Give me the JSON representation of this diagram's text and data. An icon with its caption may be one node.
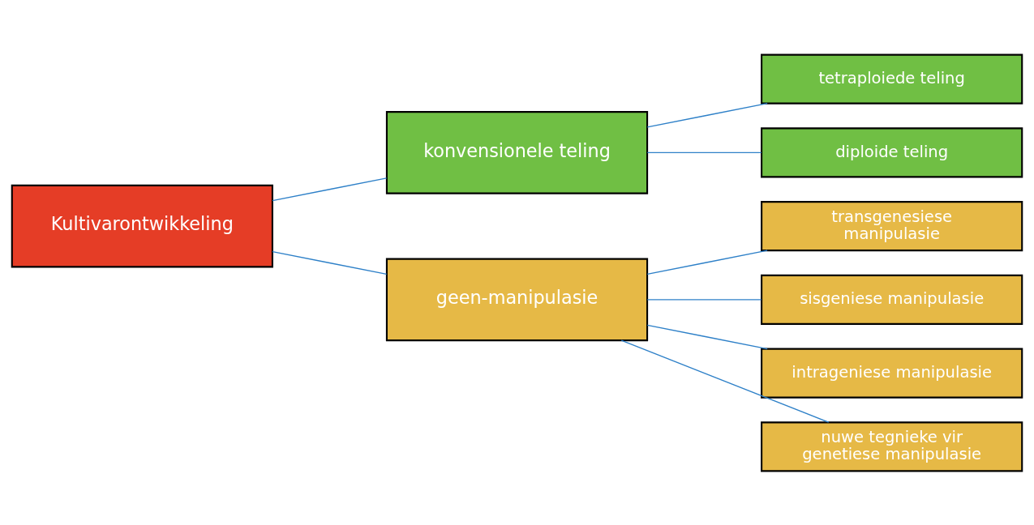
{
  "diagram": {
    "nodes": [
      {
        "text": [
          "Kultivarontwikkeling"
        ]
      },
      {
        "text": [
          "konvensionele teling"
        ]
      },
      {
        "text": [
          "geen-manipulasie"
        ]
      },
      {
        "text": [
          "tetraploiede teling"
        ]
      },
      {
        "text": [
          "diploide teling"
        ]
      },
      {
        "text": [
          "transgenesiese manipulasie"
        ]
      },
      {
        "text": [
          "sisgeniese manipulasie"
        ]
      },
      {
        "text": [
          "intrageniese manipulasie"
        ]
      },
      {
        "text": [
          "nuwe tegnieke vir genetiese manipulasie"
        ]
      }
    ],
    "edges": [
      {
        "from": 0,
        "to": 1,
        "arrow": "none"
      },
      {
        "from": 0,
        "to": 2,
        "arrow": "none"
      },
      {
        "from": 1,
        "to": 3,
        "arrow": "none"
      },
      {
        "from": 1,
        "to": 4,
        "arrow": "none"
      },
      {
        "from": 2,
        "to": 5,
        "arrow": "none"
      },
      {
        "from": 2,
        "to": 6,
        "arrow": "none"
      },
      {
        "from": 2,
        "to": 7,
        "arrow": "none"
      },
      {
        "from": 2,
        "to": 8,
        "arrow": "none"
      }
    ]
  }
}
